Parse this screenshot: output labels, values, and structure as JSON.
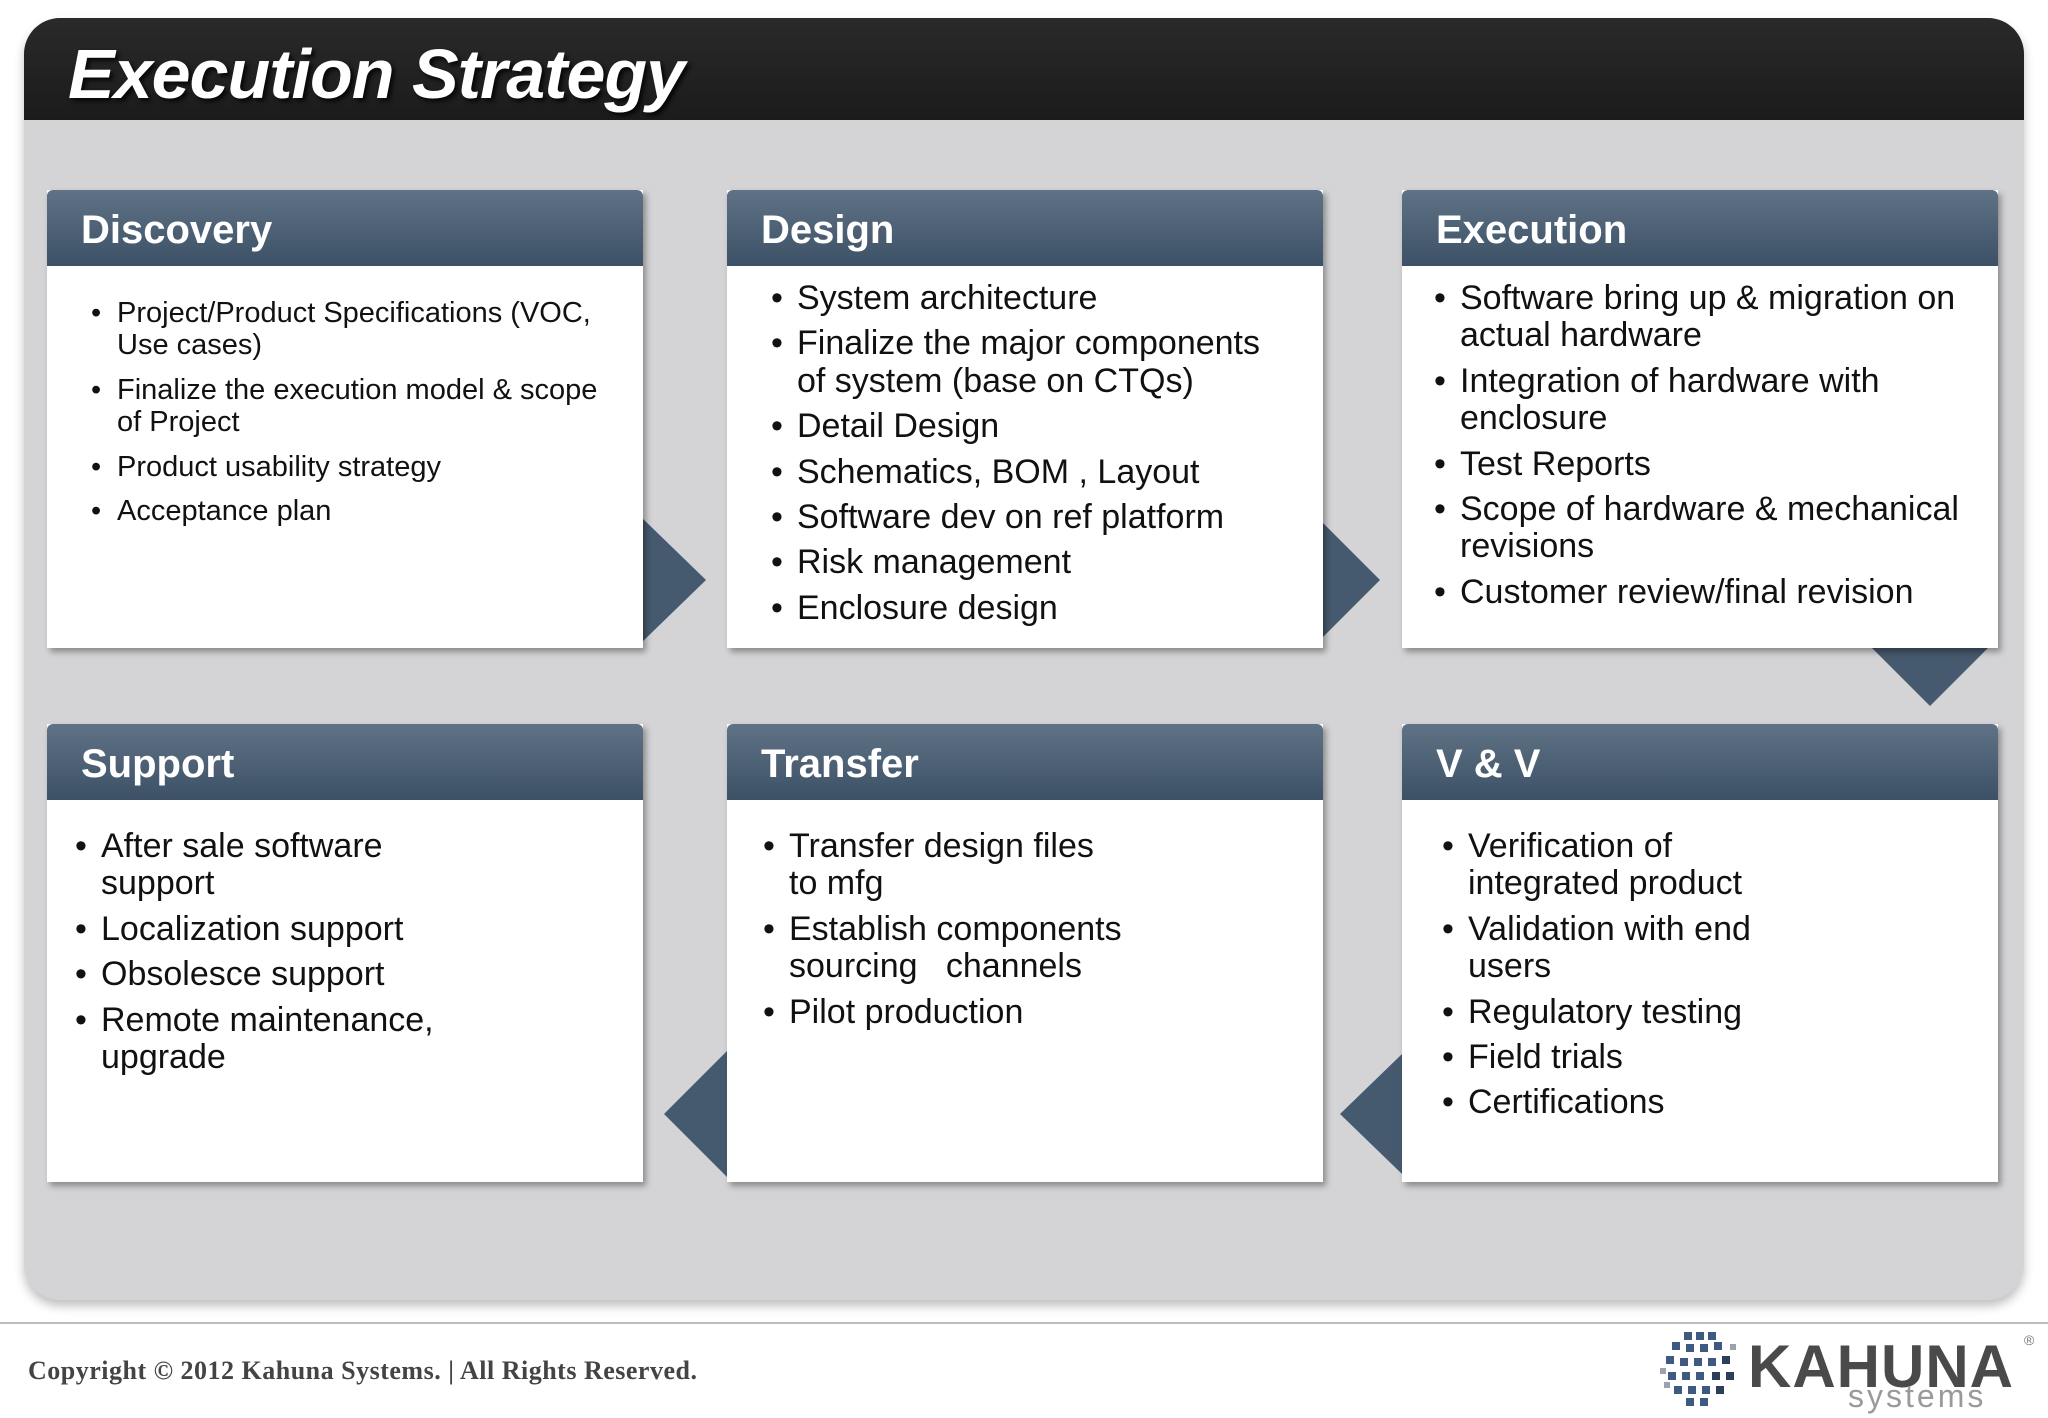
{
  "title": "Execution Strategy",
  "cards": {
    "discovery": {
      "title": "Discovery",
      "items": [
        "Project/Product Specifications (VOC, Use cases)",
        "Finalize the execution model & scope of Project",
        "Product usability strategy",
        "Acceptance plan"
      ]
    },
    "design": {
      "title": "Design",
      "items": [
        "System architecture",
        "Finalize the major components of system (base on CTQs)",
        "Detail Design",
        "Schematics, BOM , Layout",
        " Software dev on ref platform",
        "Risk management",
        "Enclosure design"
      ]
    },
    "execution": {
      "title": "Execution",
      "items": [
        "Software bring up & migration on actual hardware",
        "Integration of hardware with enclosure",
        "Test Reports",
        "Scope of hardware & mechanical revisions",
        "Customer review/final revision"
      ]
    },
    "support": {
      "title": "Support",
      "items": [
        "After sale software support",
        "Localization support",
        "Obsolesce support",
        "Remote maintenance, upgrade"
      ]
    },
    "transfer": {
      "title": "Transfer",
      "items": [
        "Transfer design files to mfg",
        "Establish components sourcing   channels",
        "Pilot production"
      ]
    },
    "vv": {
      "title": "V & V",
      "items": [
        "Verification of integrated product",
        "Validation with end users",
        "Regulatory testing",
        "Field trials",
        "Certifications"
      ]
    }
  },
  "footer": {
    "copyright": "Copyright © 2012 Kahuna Systems. | All Rights Reserved.",
    "logo_name": "KAHUNA",
    "logo_sub": "systems",
    "logo_reg": "®"
  },
  "colors": {
    "header_top": "#5f7286",
    "header_bottom": "#3d5166",
    "arrow": "#465a6f",
    "panel": "#d4d4d6",
    "title_bar": "#1b1b1b"
  },
  "icons": [
    "kahuna-cube-logo-icon",
    "right-arrow-icon",
    "left-arrow-icon",
    "down-arrow-icon"
  ]
}
